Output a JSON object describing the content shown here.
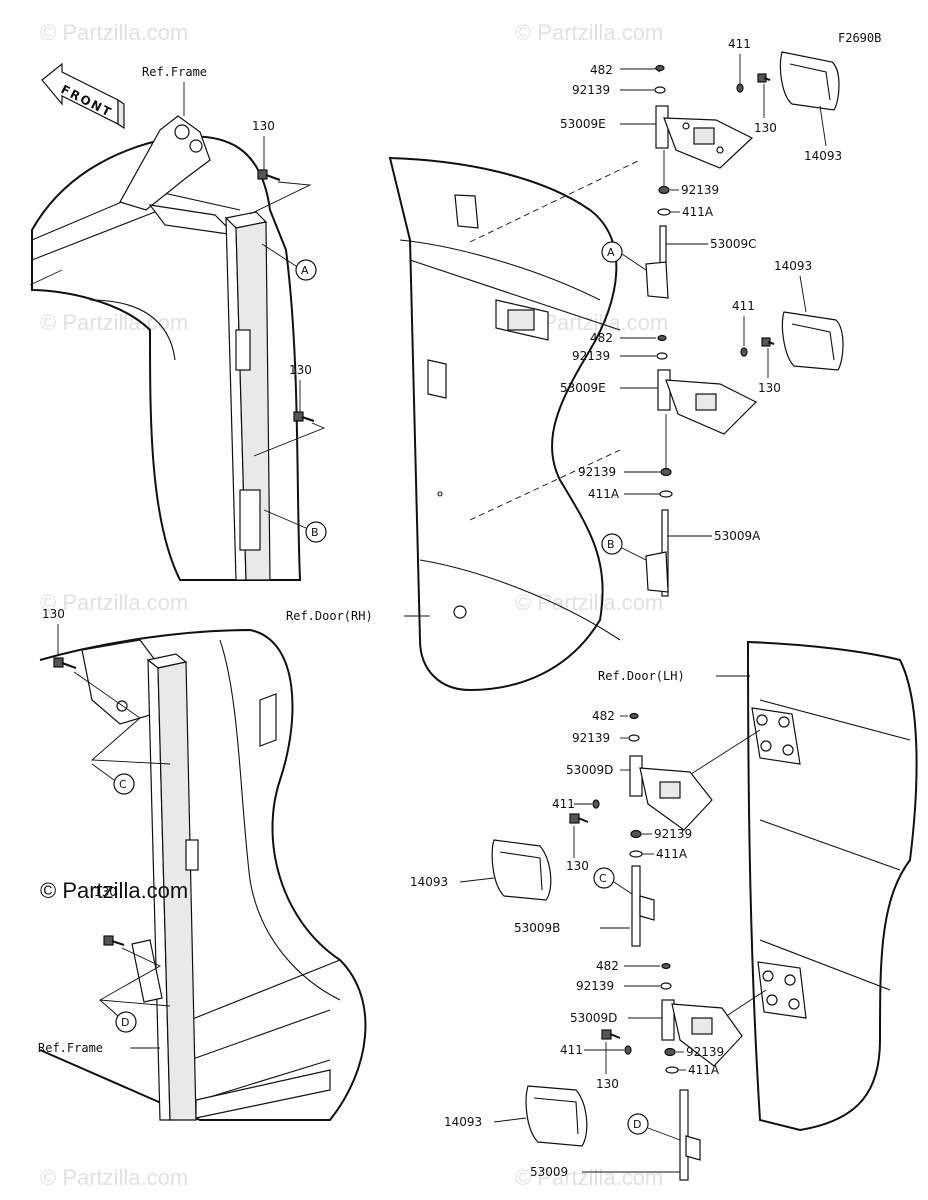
{
  "figure_code": "F2690B",
  "front_arrow": "FRONT",
  "copyright": "© Partzilla.com",
  "watermark": "© Partzilla.com",
  "refs": {
    "frame_top": "Ref.Frame",
    "frame_bottom": "Ref.Frame",
    "door_rh": "Ref.Door(RH)",
    "door_lh": "Ref.Door(LH)"
  },
  "callouts": {
    "A": "A",
    "B": "B",
    "C": "C",
    "D": "D"
  },
  "parts": {
    "p130": "130",
    "p411": "411",
    "p411A": "411A",
    "p482": "482",
    "p92139": "92139",
    "p14093": "14093",
    "p53009": "53009",
    "p53009A": "53009A",
    "p53009B": "53009B",
    "p53009C": "53009C",
    "p53009D": "53009D",
    "p53009E": "53009E"
  }
}
